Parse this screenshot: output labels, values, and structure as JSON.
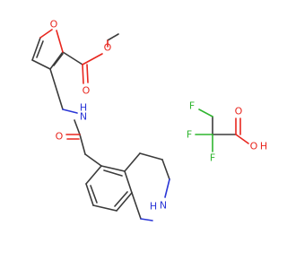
{
  "atom_labels": {
    "furan_O": "O",
    "ester_O_single": "O",
    "ester_O_double": "O",
    "amide_N": "N",
    "amide_H": "H",
    "amide_O": "O",
    "ring_N": "N",
    "ring_H": "H",
    "tfa_F1": "F",
    "tfa_F2": "F",
    "tfa_F3": "F",
    "tfa_O_double": "O",
    "tfa_O_hydroxyl": "O",
    "tfa_H": "H"
  },
  "colors": {
    "bond": "#3b3b3b",
    "oxygen": "#e8271f",
    "nitrogen": "#2a36d6",
    "fluorine": "#2fb52f"
  }
}
